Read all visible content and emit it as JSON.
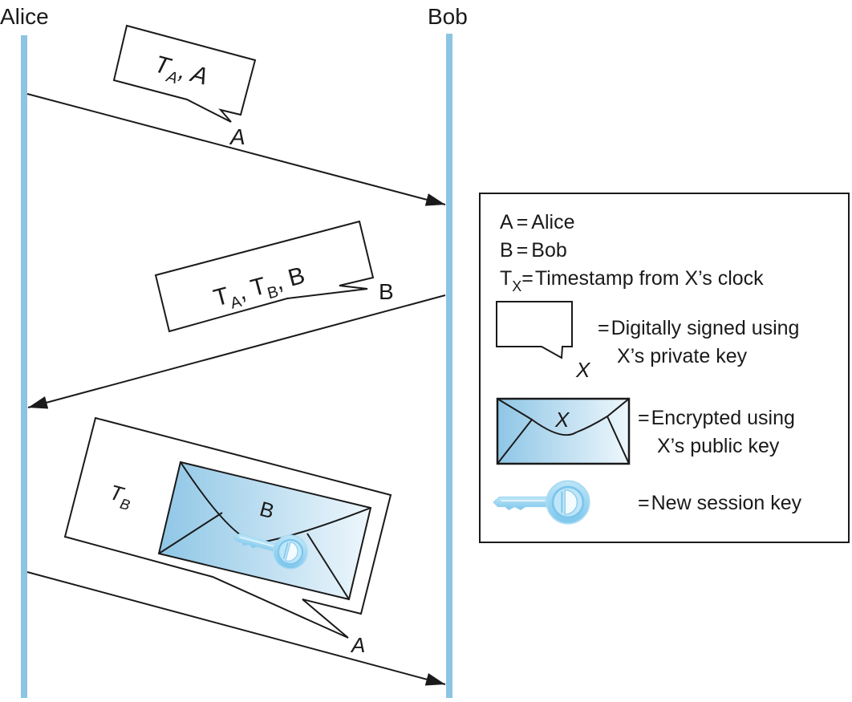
{
  "participants": {
    "alice": "Alice",
    "bob": "Bob"
  },
  "messages": [
    {
      "from": "Alice",
      "to": "Bob",
      "content": {
        "t_base": "T",
        "t_sub": "A",
        "rest": ", A"
      },
      "signer": "A"
    },
    {
      "from": "Bob",
      "to": "Alice",
      "content": {
        "ta_base": "T",
        "ta_sub": "A",
        "tb_base": ", T",
        "tb_sub": "B",
        "rest": ", B"
      },
      "signer": "B"
    },
    {
      "from": "Alice",
      "to": "Bob",
      "content": {
        "t_base": "T",
        "t_sub": "B"
      },
      "envelope_label": "B",
      "contains_session_key": true,
      "signer": "A"
    }
  ],
  "legend": {
    "a_key": "A",
    "a_eq": "=",
    "a_val": "Alice",
    "b_key": "B",
    "b_eq": "=",
    "b_val": "Bob",
    "t_base": "T",
    "t_sub": "X",
    "t_eq": "=",
    "t_val": "Timestamp from X’s clock",
    "signed_symbol_label": "X",
    "signed_eq": "=",
    "signed_line1": "Digitally signed using",
    "signed_line2": "X’s private key",
    "envelope_label": "X",
    "encrypted_eq": "=",
    "encrypted_line1": "Encrypted using",
    "encrypted_line2": "X’s public key",
    "key_eq": "=",
    "key_val": "New session key"
  },
  "colors": {
    "lifeline": "#8cc4e4",
    "envelope_dark": "#8ec6e6",
    "envelope_light": "#eaf5fb",
    "key": "#8fd0f0",
    "ink": "#1a1a1a"
  }
}
